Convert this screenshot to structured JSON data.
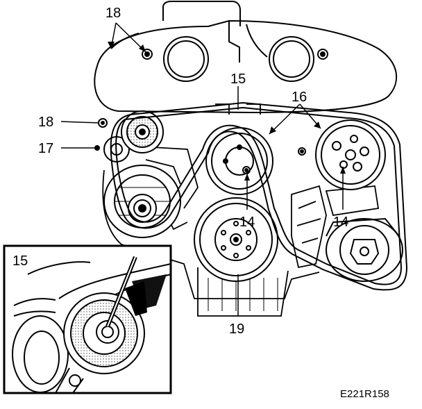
{
  "diagram": {
    "callouts": {
      "c18_top": "18",
      "c15_top": "15",
      "c16": "16",
      "c18_left": "18",
      "c17": "17",
      "c14_center": "14",
      "c14_right": "14",
      "c19": "19",
      "c15_inset": "15"
    },
    "figure_code": "E221R158"
  }
}
